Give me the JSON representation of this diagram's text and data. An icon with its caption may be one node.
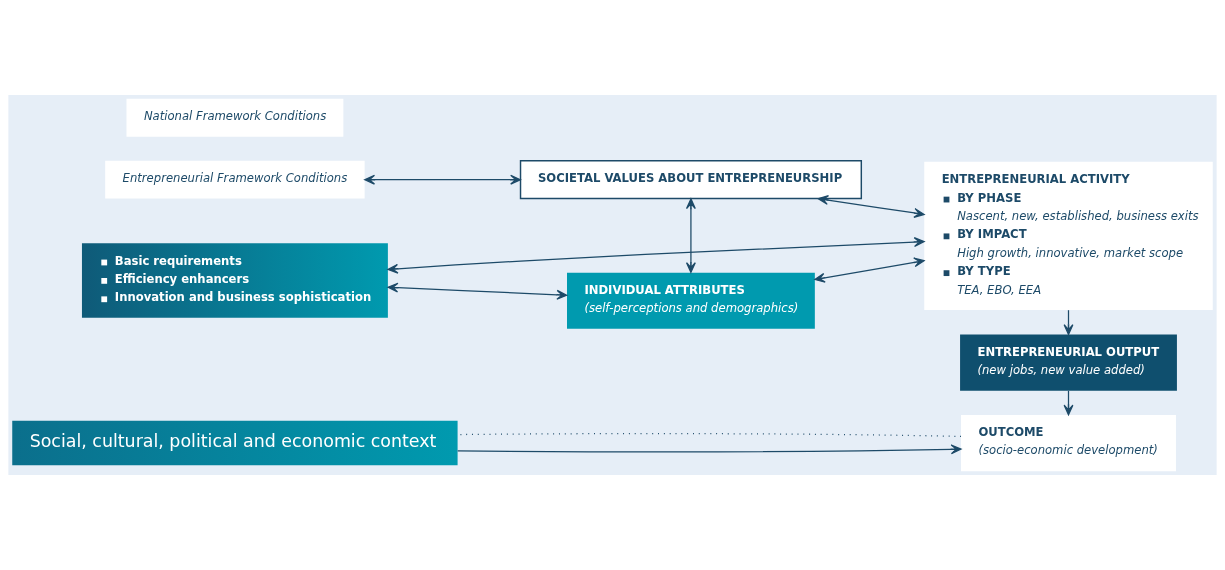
{
  "diagram": {
    "nodes": [
      {
        "text": [
          "Social, cultural, political and economic context"
        ]
      },
      {
        "text": [
          "National Framework Conditions"
        ]
      },
      {
        "text": [
          "Entrepreneurial Framework Conditions"
        ]
      },
      {
        "text": [
          "Basic requirements",
          "Efficiency enhancers",
          "Innovation and business sophistication"
        ]
      },
      {
        "text": [
          "SOCIETAL VALUES ABOUT ENTREPRENEURSHIP"
        ]
      },
      {
        "text": [
          "INDIVIDUAL ATTRIBUTES",
          "(self-perceptions and demographics)"
        ]
      },
      {
        "text": [
          "OUTCOME",
          "(socio-economic development)"
        ]
      },
      {
        "text": [
          "ENTREPRENEURIAL OUTPUT",
          "(new jobs, new value added)"
        ]
      },
      {
        "text": [
          "ENTREPRENEURIAL ACTIVITY",
          "BY PHASE",
          "Nascent, new, established, business exits",
          "BY IMPACT",
          "High growth, innovative, market scope",
          "BY TYPE",
          "TEA, EBO, EEA"
        ]
      }
    ],
    "edges": [
      {
        "from": 6,
        "to": 0,
        "arrow": "none",
        "style": "dashed"
      },
      {
        "from": 0,
        "to": 6,
        "arrow": "to"
      },
      {
        "from": 2,
        "to": 4,
        "arrow": "both"
      },
      {
        "from": 4,
        "to": 8,
        "arrow": "both"
      },
      {
        "from": 4,
        "to": 5,
        "arrow": "both"
      },
      {
        "from": 3,
        "to": 5,
        "arrow": "both"
      },
      {
        "from": 5,
        "to": 8,
        "arrow": "both"
      },
      {
        "from": 3,
        "to": 8,
        "arrow": "both"
      },
      {
        "from": 8,
        "to": 7,
        "arrow": "to"
      },
      {
        "from": 7,
        "to": 6,
        "arrow": "to"
      }
    ]
  }
}
